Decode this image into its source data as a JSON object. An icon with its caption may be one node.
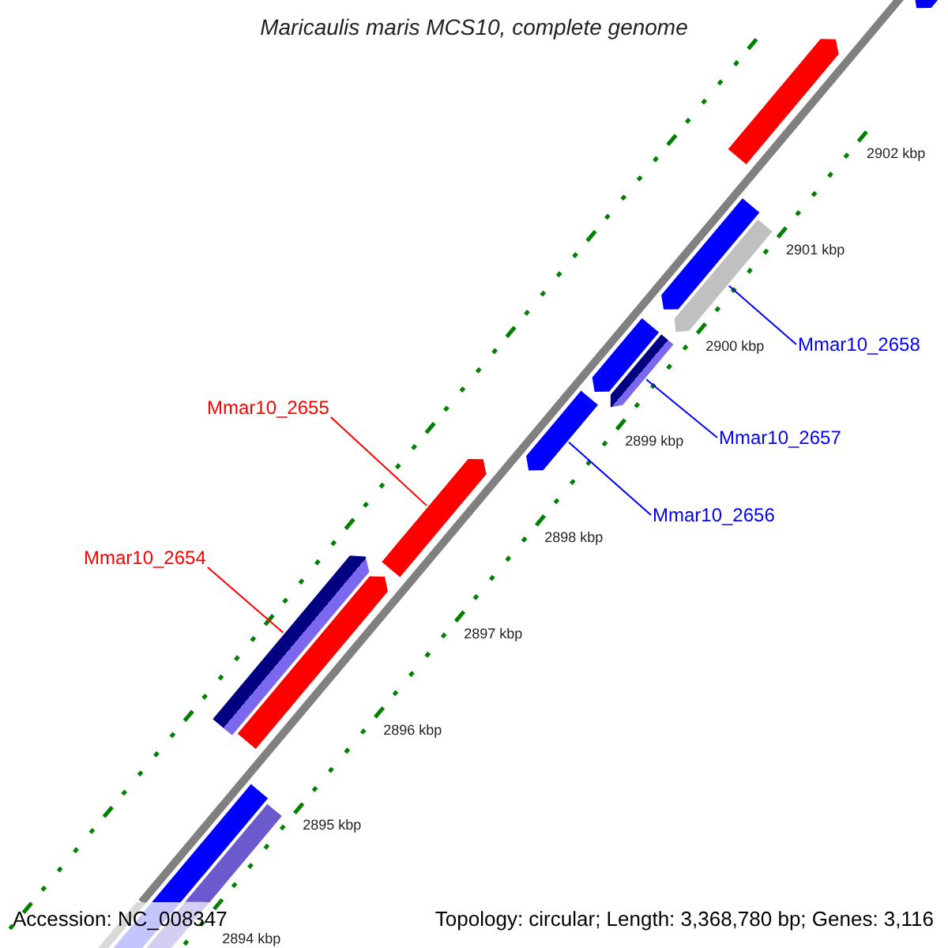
{
  "diagram": {
    "title": "Maricaulis maris MCS10, complete genome",
    "nodes": [
      {
        "text": [],
        "shape": "bar"
      },
      {
        "text": [],
        "shape": "bar"
      },
      {
        "text": [
          "Mmar10_2658"
        ]
      },
      {
        "text": [],
        "shape": "bar"
      },
      {
        "text": [],
        "shape": "bar"
      },
      {
        "text": [
          "Mmar10_2655"
        ]
      },
      {
        "text": [
          "Mmar10_2657"
        ]
      },
      {
        "text": [],
        "shape": "bar"
      },
      {
        "text": [],
        "shape": "bar"
      },
      {
        "text": [],
        "shape": "bar"
      },
      {
        "text": [
          "Mmar10_2656"
        ]
      },
      {
        "text": [],
        "shape": "bar"
      },
      {
        "text": [
          "Mmar10_2654"
        ]
      },
      {
        "text": [],
        "shape": "bar"
      },
      {
        "text": [],
        "shape": "bar"
      },
      {
        "text": [],
        "shape": "bar"
      },
      {
        "text": [],
        "shape": "bar"
      }
    ],
    "edges": [
      {
        "from": 2,
        "to": 3,
        "arrow": "none"
      },
      {
        "from": 5,
        "to": 9,
        "arrow": "none",
        "color": "#ff0000"
      },
      {
        "from": 6,
        "to": 8,
        "arrow": "none"
      },
      {
        "from": 10,
        "to": 11,
        "arrow": "none"
      },
      {
        "from": 12,
        "to": 13,
        "arrow": "none",
        "color": "#ff0000"
      }
    ],
    "labels": [
      "2902 kbp",
      "2901 kbp",
      "2900 kbp",
      "2899 kbp",
      "2898 kbp",
      "2897 kbp",
      "2896 kbp",
      "2895 kbp",
      "Accession: NC_008347",
      "Topology: circular; Length: 3,368,780 bp; Genes: 3,116",
      "2894 kbp"
    ]
  }
}
